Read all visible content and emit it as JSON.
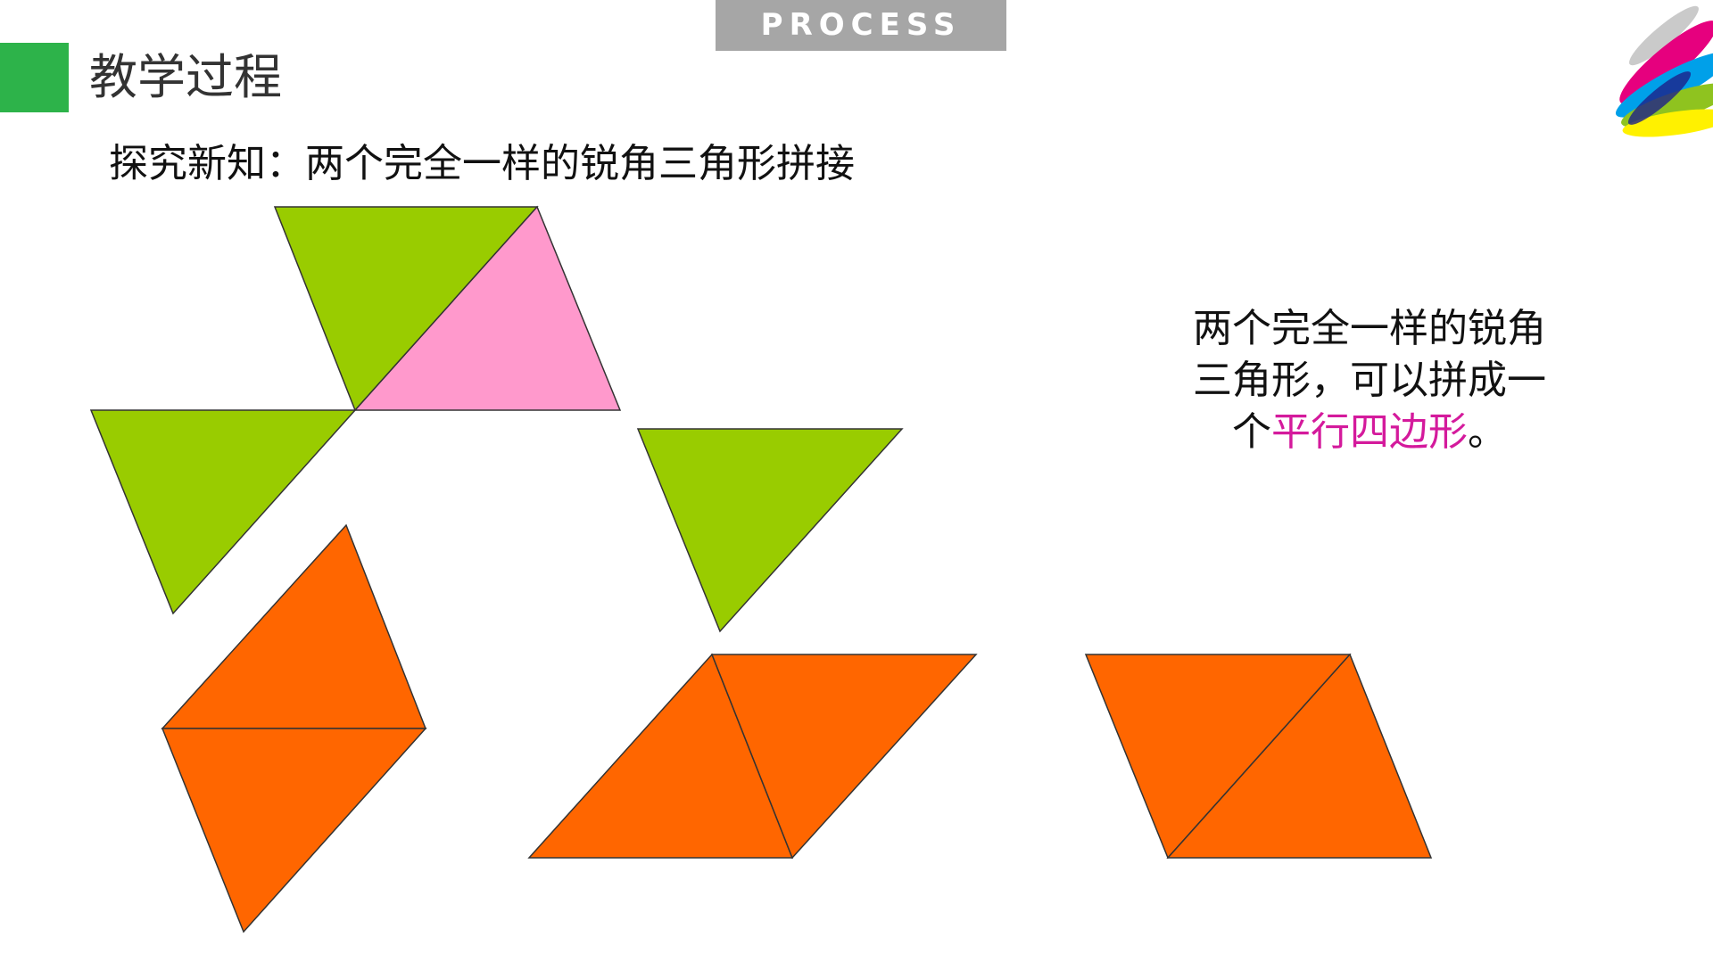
{
  "header": {
    "tab_label": "PROCESS",
    "section_title": "教学过程"
  },
  "content": {
    "subtitle": "探究新知：两个完全一样的锐角三角形拼接",
    "explanation_line1": "两个完全一样的锐角",
    "explanation_line2": "三角形，可以拼成一",
    "explanation_line3_prefix": "个",
    "explanation_line3_highlight": "平行四边形",
    "explanation_line3_suffix": "。"
  },
  "colors": {
    "accent_green": "#2db34a",
    "tab_gray": "#a6a6a6",
    "triangle_green": "#99cc00",
    "triangle_pink": "#ff99cc",
    "triangle_orange": "#ff6600",
    "highlight_magenta": "#d41a9c"
  },
  "icons": {
    "logo": "brush-stroke-logo-icon"
  }
}
